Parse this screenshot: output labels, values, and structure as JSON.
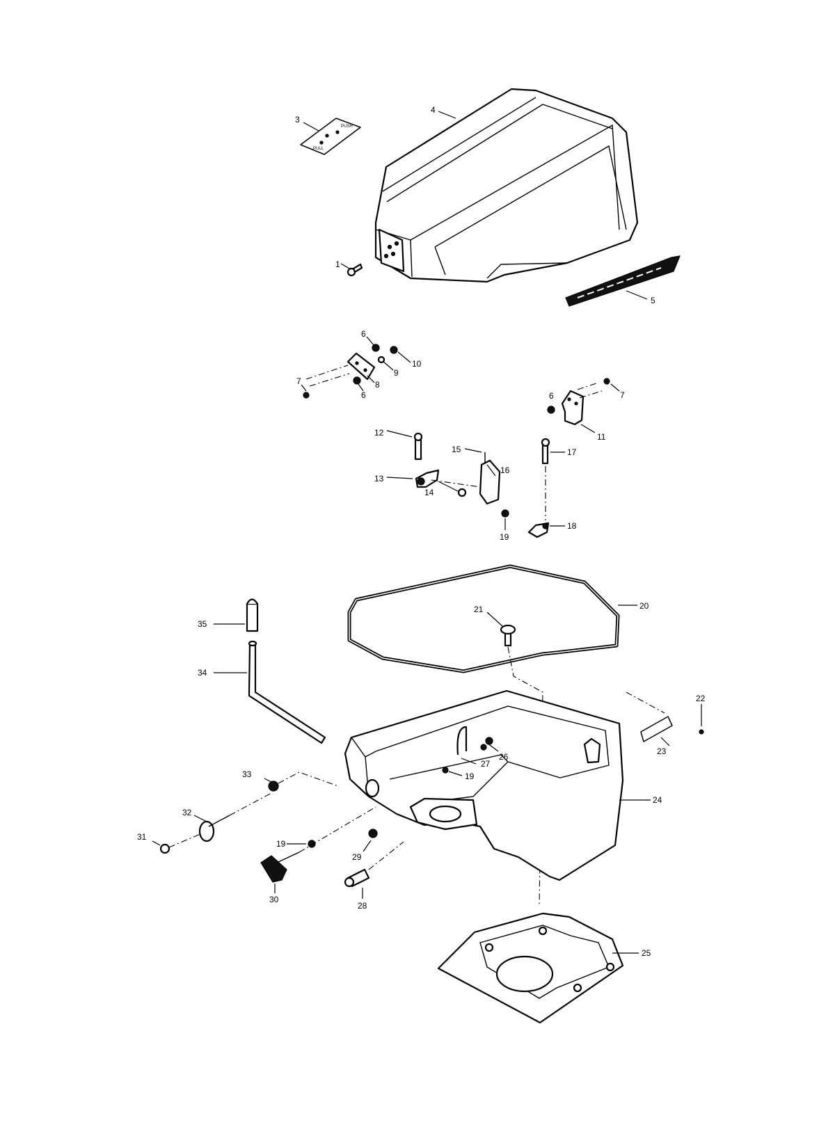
{
  "diagram": {
    "decal_text": "PULL",
    "callouts": {
      "c1": "1",
      "c3": "3",
      "c4": "4",
      "c5": "5",
      "c6a": "6",
      "c6b": "6",
      "c6c": "6",
      "c7a": "7",
      "c7b": "7",
      "c8": "8",
      "c9": "9",
      "c10": "10",
      "c11": "11",
      "c12": "12",
      "c13": "13",
      "c14": "14",
      "c15": "15",
      "c16": "16",
      "c17": "17",
      "c18": "18",
      "c19a": "19",
      "c19b": "19",
      "c19c": "19",
      "c20": "20",
      "c21": "21",
      "c22": "22",
      "c23": "23",
      "c24": "24",
      "c25": "25",
      "c26": "26",
      "c27": "27",
      "c28": "28",
      "c29": "29",
      "c30": "30",
      "c31": "31",
      "c32": "32",
      "c33": "33",
      "c34": "34",
      "c35": "35"
    }
  }
}
